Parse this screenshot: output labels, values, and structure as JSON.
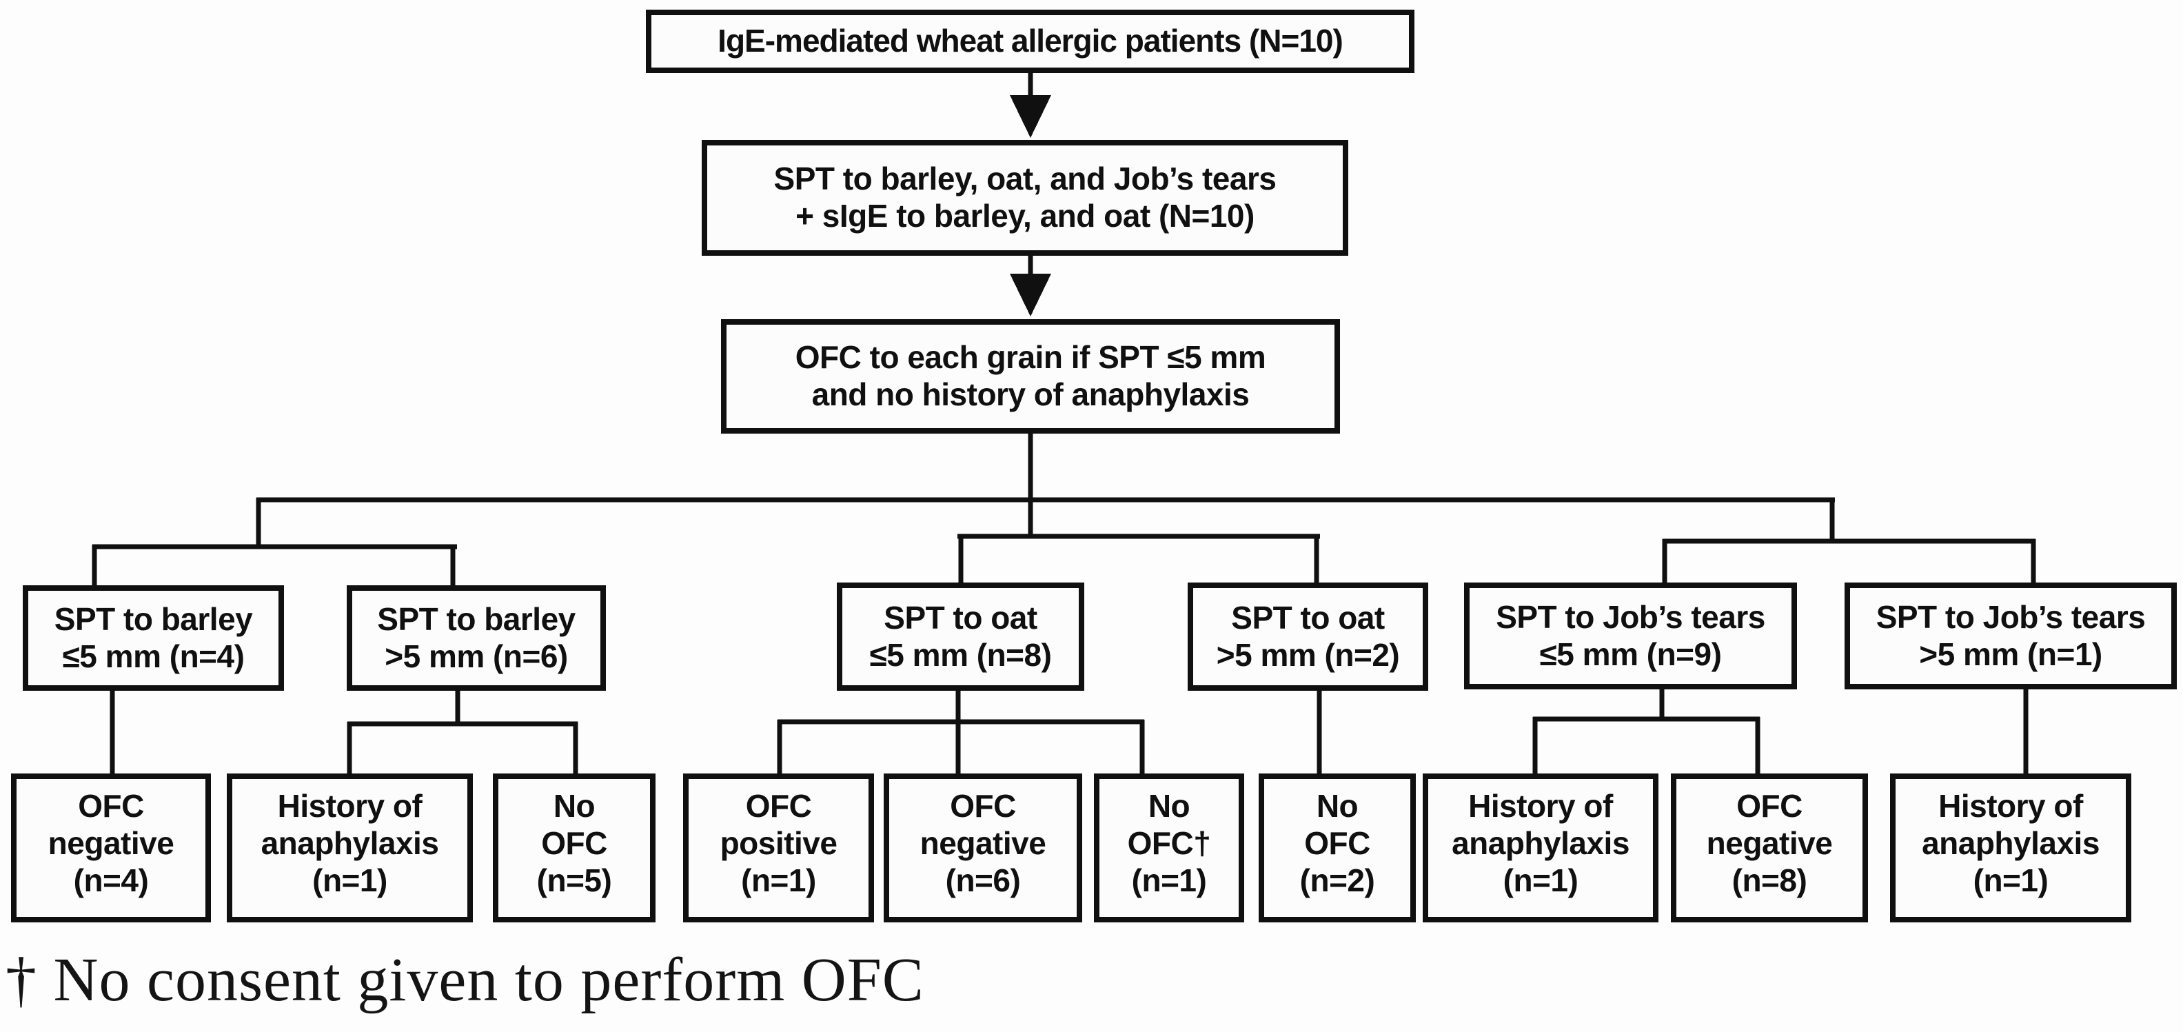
{
  "palette": {
    "background": "#fdfdfd",
    "line": "#101010",
    "box_fill": "#fcfcfc",
    "text": "#101010"
  },
  "flowchart": {
    "root": {
      "label": "IgE-mediated wheat allergic patients (N=10)"
    },
    "screening": {
      "label": "SPT to barley, oat, and Job’s tears\n+ sIgE to barley, and oat (N=10)"
    },
    "ofc_rule": {
      "label": "OFC to each grain if SPT ≤5 mm\nand no history of anaphylaxis"
    },
    "branches": [
      {
        "label": "SPT to barley\n≤5 mm (n=4)",
        "children": [
          {
            "label": "OFC\nnegative\n(n=4)"
          }
        ]
      },
      {
        "label": "SPT to barley\n>5 mm (n=6)",
        "children": [
          {
            "label": "History of\nanaphylaxis\n(n=1)"
          },
          {
            "label": "No\nOFC\n(n=5)"
          }
        ]
      },
      {
        "label": "SPT to oat\n≤5 mm (n=8)",
        "children": [
          {
            "label": "OFC\npositive\n(n=1)"
          },
          {
            "label": "OFC\nnegative\n(n=6)"
          },
          {
            "label": "No\nOFC†\n(n=1)"
          }
        ]
      },
      {
        "label": "SPT to oat\n>5 mm (n=2)",
        "children": [
          {
            "label": "No\nOFC\n(n=2)"
          }
        ]
      },
      {
        "label": "SPT to Job’s tears\n≤5 mm (n=9)",
        "children": [
          {
            "label": "History of\nanaphylaxis\n(n=1)"
          },
          {
            "label": "OFC\nnegative\n(n=8)"
          }
        ]
      },
      {
        "label": "SPT to Job’s tears\n>5 mm (n=1)",
        "children": [
          {
            "label": "History of\nanaphylaxis\n(n=1)"
          }
        ]
      }
    ],
    "footnote": "† No consent given to perform OFC"
  }
}
